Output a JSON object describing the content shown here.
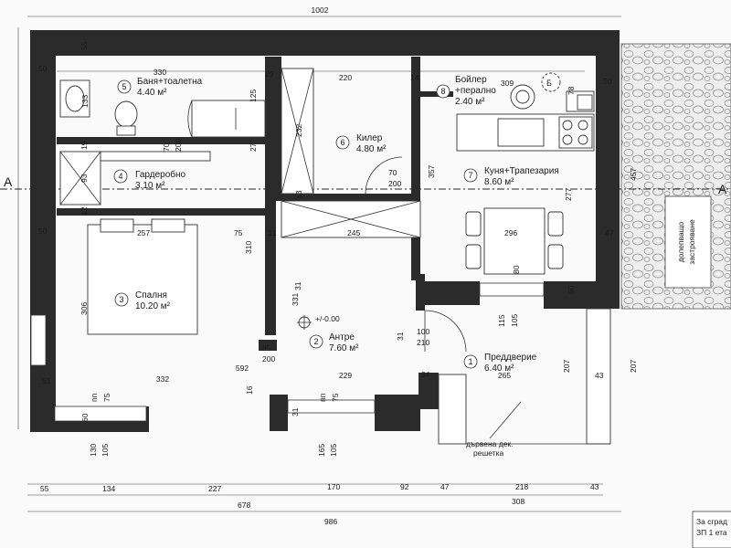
{
  "rooms": [
    {
      "num": "1",
      "name": "Преддверие",
      "area": "6.40 м²"
    },
    {
      "num": "2",
      "name": "Антре",
      "area": "7.60 м²"
    },
    {
      "num": "3",
      "name": "Спалня",
      "area": "10.20 м²"
    },
    {
      "num": "4",
      "name": "Гардеробно",
      "area": "3.10 м²"
    },
    {
      "num": "5",
      "name": "Баня+тоалетна",
      "area": "4.40 м²"
    },
    {
      "num": "6",
      "name": "Килер",
      "area": "4.80 м²"
    },
    {
      "num": "7",
      "name": "Куня+Трапезария",
      "area": "8.60 м²"
    },
    {
      "num": "8",
      "name": "Бойлер",
      "name2": "+перално",
      "area": "2.40 м²"
    }
  ],
  "labels": {
    "level": "+/-0.00",
    "neighbor_line1": "долепващо",
    "neighbor_line2": "застрояване",
    "railing_line1": "дървена дек.",
    "railing_line2": "решетка",
    "axis_letter": "А",
    "boiler_letter": "Б",
    "corner_line1": "За сград",
    "corner_line2": "ЗП 1 ета",
    "pp": "пп"
  },
  "dims": {
    "top_total": "1002",
    "bath_w": "330",
    "pantry_w": "220",
    "boiler_w": "309",
    "d55a": "55",
    "d29": "29",
    "d14": "14",
    "d78": "78",
    "d50a": "50",
    "d50b": "50",
    "d125": "125",
    "d133": "133",
    "d70a": "70",
    "d200a": "200",
    "d19": "19",
    "d27": "27",
    "d232": "232",
    "d357": "357",
    "d70b": "70",
    "d200b": "200",
    "d93": "93",
    "d12": "12",
    "d13": "13",
    "d257": "257",
    "d75a": "75",
    "d31a": "31",
    "d245": "245",
    "d277": "277",
    "d296": "296",
    "d47": "47",
    "d310": "310",
    "d306": "306",
    "d331": "331",
    "d80": "80",
    "d31b": "31",
    "d115": "115",
    "d105a": "105",
    "d100": "100",
    "d210": "210",
    "d85": "85",
    "d200c": "200",
    "d592": "592",
    "d51": "51",
    "d332": "332",
    "d16": "16",
    "d229": "229",
    "d34": "34",
    "d265": "265",
    "d75b": "75",
    "d75c": "75",
    "d60": "60",
    "d31c": "31",
    "d130": "130",
    "d105b": "105",
    "d165": "165",
    "d105c": "105",
    "d207a": "207",
    "d207b": "207",
    "d43a": "43",
    "d457": "457",
    "b55": "55",
    "b134": "134",
    "b227": "227",
    "b170": "170",
    "b92": "92",
    "b47": "47",
    "b218": "218",
    "b43": "43",
    "b678": "678",
    "b308": "308",
    "b986": "986"
  }
}
